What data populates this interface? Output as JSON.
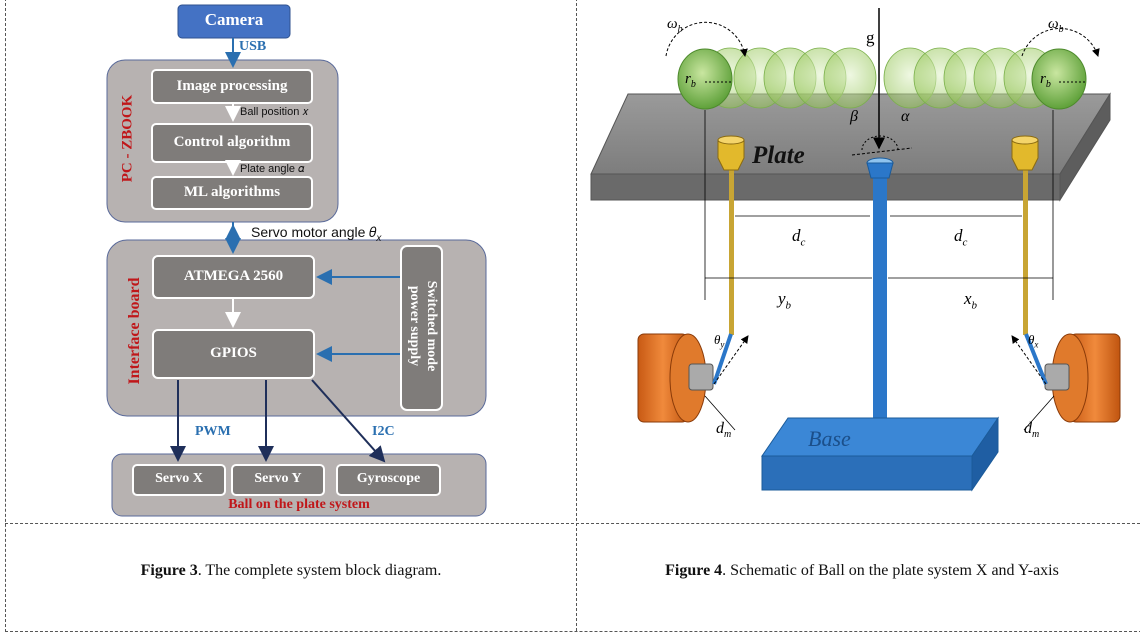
{
  "figure3": {
    "camera": "Camera",
    "usb": "USB",
    "pc_label": "PC - ZBOOK",
    "image_processing": "Image processing",
    "ball_position": "Ball position 𝑥",
    "control_algorithm": "Control algorithm",
    "plate_angle": "Plate angle 𝛼",
    "ml_algorithms": "ML algorithms",
    "servo_motor_angle": "Servo motor angle 𝜃",
    "servo_motor_angle_sub": "x",
    "interface_label": "Interface  board",
    "atmega": "ATMEGA 2560",
    "gpios": "GPIOS",
    "power_supply_line1": "Switched mode",
    "power_supply_line2": "power supply",
    "pwm": "PWM",
    "i2c": "I2C",
    "servo_x": "Servo X",
    "servo_y": "Servo Y",
    "gyroscope": "Gyroscope",
    "system_label": "Ball on the plate system",
    "caption_num": "Figure 3",
    "caption_text": ". The complete system block diagram."
  },
  "figure4": {
    "omega_b": "ω",
    "omega_sub": "b",
    "r_b": "r",
    "r_sub": "b",
    "g": "g",
    "beta": "β",
    "alpha": "α",
    "plate": "Plate",
    "d_c": "d",
    "d_c_sub": "c",
    "y_b": "y",
    "y_b_sub": "b",
    "x_b": "x",
    "x_b_sub": "b",
    "theta": "θ",
    "theta_sub": "y",
    "theta_sub_right": "x",
    "d_m": "d",
    "d_m_sub": "m",
    "base": "Base",
    "caption_num": "Figure 4",
    "caption_text": ". Schematic of Ball on the plate system X and Y-axis"
  },
  "colors": {
    "blue_label": "#2a6fb0",
    "red_label": "#c0171a",
    "panel": "#b7b2b1",
    "box": "#7f7c7a",
    "ball": "#8cc04a",
    "plate": "#8d8d8d",
    "rod": "#c8a534",
    "wheel": "#d66a1c",
    "base": "#2b77c9"
  }
}
